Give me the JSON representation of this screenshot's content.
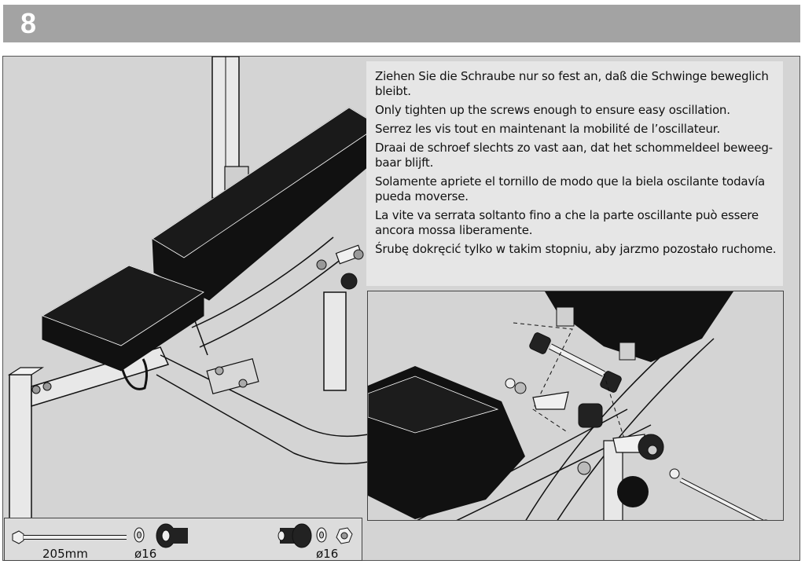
{
  "header": {
    "step_number": "8"
  },
  "instructions": {
    "german": "Ziehen Sie die Schraube nur so fest an, daß die Schwinge beweglich bleibt.",
    "english": "Only tighten up the screws enough to ensure easy oscillation.",
    "french": "Serrez les vis tout en maintenant la mobilité de l’oscillateur.",
    "dutch": "Draai de schroef slechts zo vast aan, dat het schommeldeel beweeg-baar blijft.",
    "spanish": "Solamente apriete el tornillo de modo que la biela oscilante todavía pueda moverse.",
    "italian": "La vite va serrata soltanto fino a che la parte oscillante può essere ancora mossa liberamente.",
    "polish": "Śrubę dokręcić tylko w takim stopniu, aby jarzmo pozostało ruchome."
  },
  "parts": {
    "bolt_length": "205mm",
    "washer_left_size": "ø16",
    "washer_right_size": "ø16"
  }
}
